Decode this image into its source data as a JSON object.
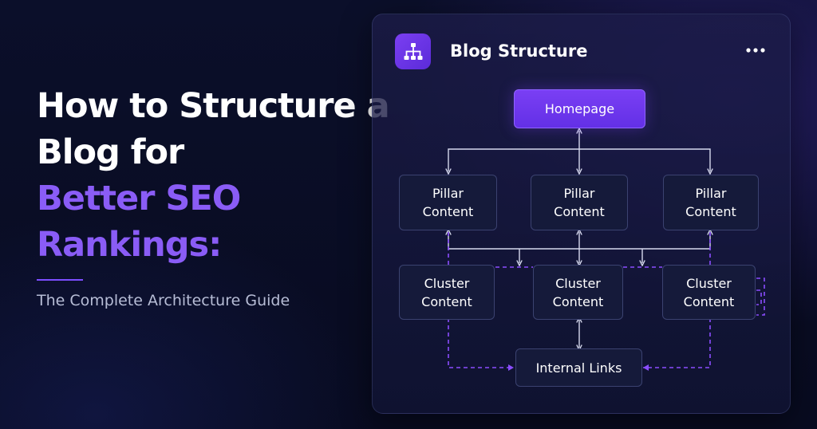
{
  "hero": {
    "line1": "How to Structure a",
    "line2": "Blog for",
    "line3": "Better SEO",
    "line4": "Rankings:",
    "subtitle": "The Complete Architecture Guide"
  },
  "card": {
    "title": "Blog Structure",
    "icon": "sitemap-icon",
    "menu_icon": "more-horizontal-icon"
  },
  "diagram": {
    "homepage": "Homepage",
    "pillars": [
      "Pillar\nContent",
      "Pillar\nContent",
      "Pillar\nContent"
    ],
    "clusters": [
      "Cluster\nContent",
      "Cluster\nContent",
      "Cluster\nContent"
    ],
    "internal_links": "Internal Links"
  },
  "colors": {
    "accent": "#8a5cf6",
    "homepage_fill": "#6a35ee",
    "node_fill": "#151a3a",
    "connector_solid": "#d6d9ee",
    "connector_dashed": "#8b4dff"
  }
}
